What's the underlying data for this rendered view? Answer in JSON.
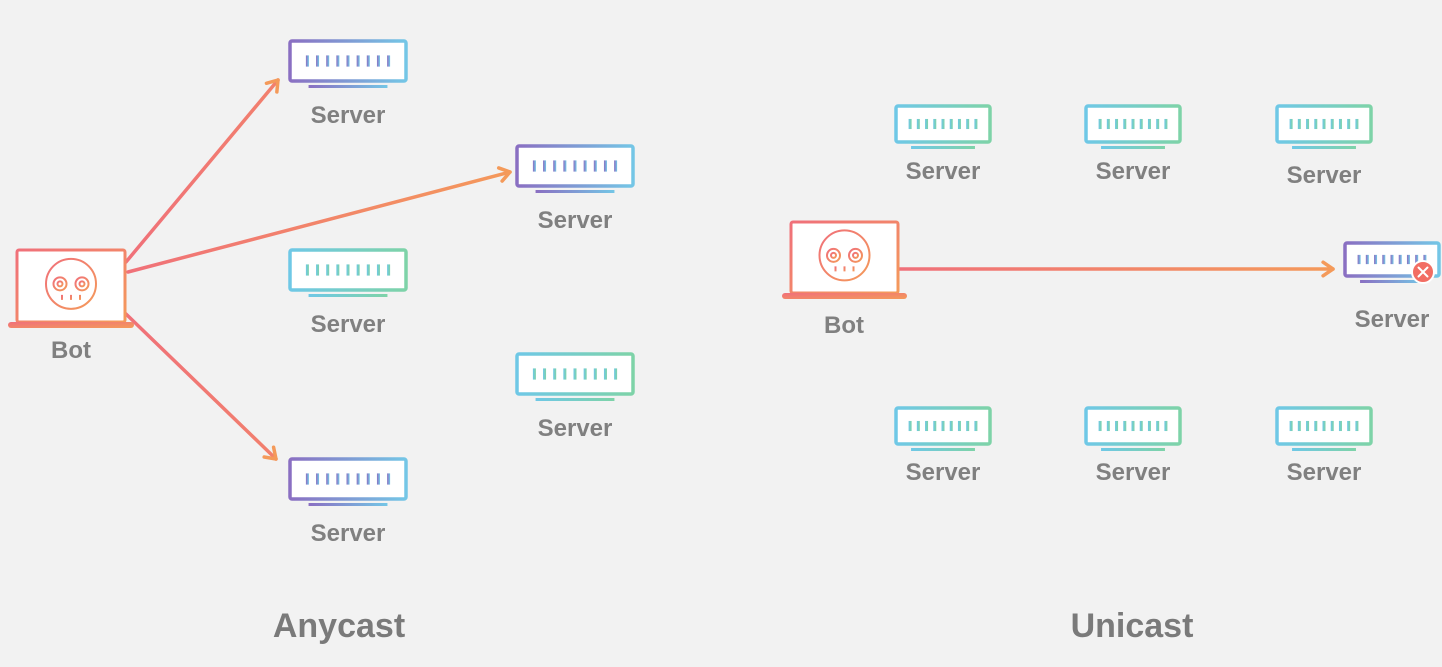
{
  "anycast": {
    "title": "Anycast",
    "bot_label": "Bot",
    "servers": [
      {
        "label": "Server",
        "state": "reached"
      },
      {
        "label": "Server",
        "state": "reached"
      },
      {
        "label": "Server",
        "state": "idle"
      },
      {
        "label": "Server",
        "state": "idle"
      },
      {
        "label": "Server",
        "state": "reached"
      }
    ]
  },
  "unicast": {
    "title": "Unicast",
    "bot_label": "Bot",
    "servers": [
      {
        "label": "Server",
        "state": "idle"
      },
      {
        "label": "Server",
        "state": "idle"
      },
      {
        "label": "Server",
        "state": "idle"
      },
      {
        "label": "Server",
        "state": "targeted-blocked"
      },
      {
        "label": "Server",
        "state": "idle"
      },
      {
        "label": "Server",
        "state": "idle"
      },
      {
        "label": "Server",
        "state": "idle"
      }
    ]
  },
  "icons": {
    "bot": "robot-laptop-icon",
    "server": "server-icon",
    "blocked": "close-circle-icon"
  },
  "colors": {
    "background": "#f2f2f2",
    "label_gray": "#808080",
    "arrow_start": "#f0707a",
    "arrow_end": "#f49a5a",
    "server_reached_start": "#8a6fc2",
    "server_reached_end": "#74c6e6",
    "server_idle_start": "#6fc8e6",
    "server_idle_end": "#7ed3a8",
    "blocked_badge": "#f26d63"
  }
}
